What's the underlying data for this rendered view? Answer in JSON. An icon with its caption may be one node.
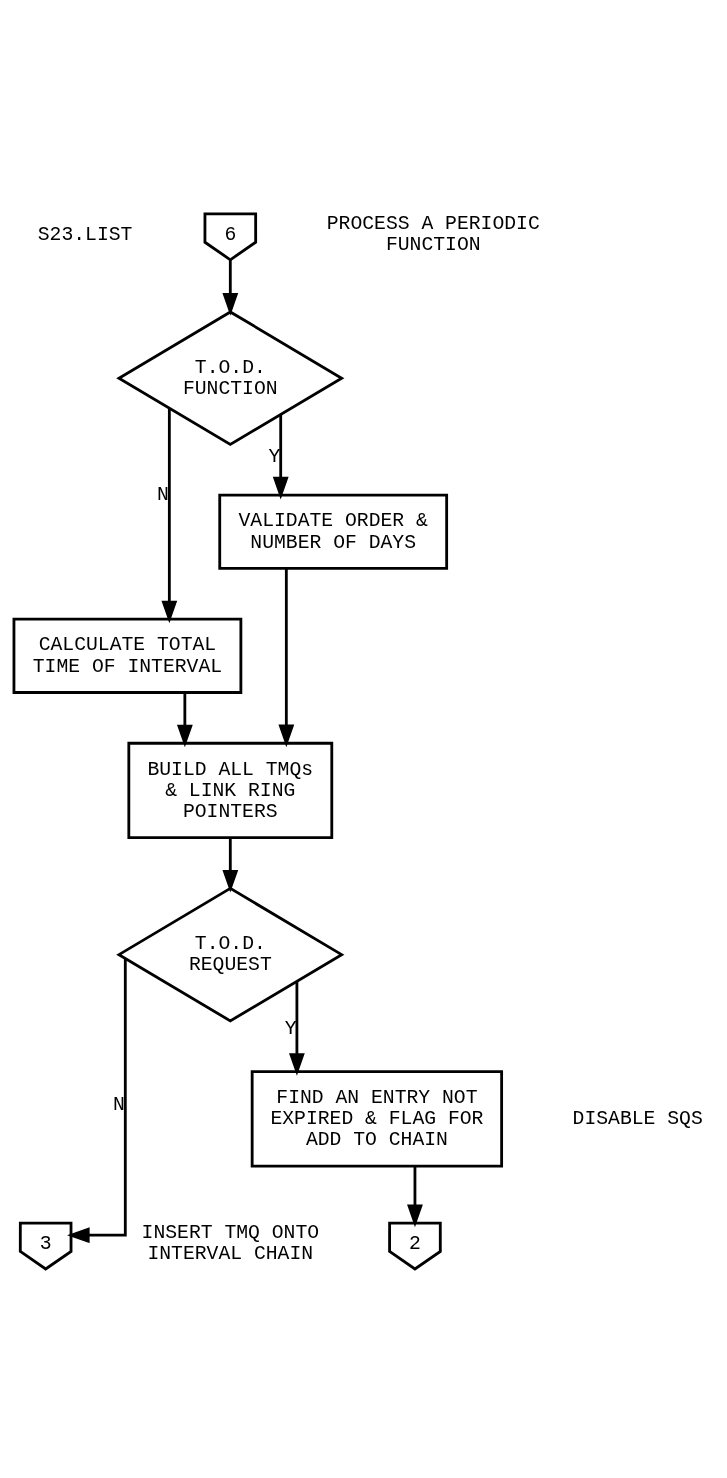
{
  "diagram": {
    "nodes": [
      {
        "text": [
          "6"
        ],
        "beside": [
          "PROCESS A PERIODIC FUNCTION"
        ]
      },
      {
        "text": [
          "T.O.D. FUNCTION"
        ]
      },
      {
        "text": [
          "CALCULATE TOTAL TIME OF INTERVAL"
        ]
      },
      {
        "text": [
          "VALIDATE ORDER & NUMBER OF DAYS"
        ]
      },
      {
        "text": [
          "BUILD ALL TMQs & LINK RING POINTERS"
        ]
      },
      {
        "text": [
          "T.O.D. REQUEST"
        ]
      },
      {
        "text": [
          "3"
        ],
        "beside": [
          "INSERT TMQ ONTO INTERVAL CHAIN"
        ]
      },
      {
        "text": [
          "FIND AN ENTRY NOT EXPIRED & FLAG FOR ADD TO CHAIN"
        ]
      },
      {
        "text": [
          "2"
        ]
      }
    ],
    "edges": [
      {
        "from": 0,
        "to": 1,
        "arrow": "to"
      },
      {
        "from": 1,
        "to": 2,
        "arrow": "to",
        "label": "N"
      },
      {
        "from": 1,
        "to": 3,
        "arrow": "to",
        "label": "Y"
      },
      {
        "from": 3,
        "to": 4,
        "arrow": "to"
      },
      {
        "from": 2,
        "to": 4,
        "arrow": "to"
      },
      {
        "from": 4,
        "to": 5,
        "arrow": "to"
      },
      {
        "from": 5,
        "to": 6,
        "arrow": "to",
        "label": "N"
      },
      {
        "from": 5,
        "to": 7,
        "arrow": "to",
        "label": "Y"
      },
      {
        "from": 7,
        "to": 8,
        "arrow": "to"
      }
    ],
    "labels": [
      "S23.LIST",
      "DISABLE SQS"
    ]
  }
}
